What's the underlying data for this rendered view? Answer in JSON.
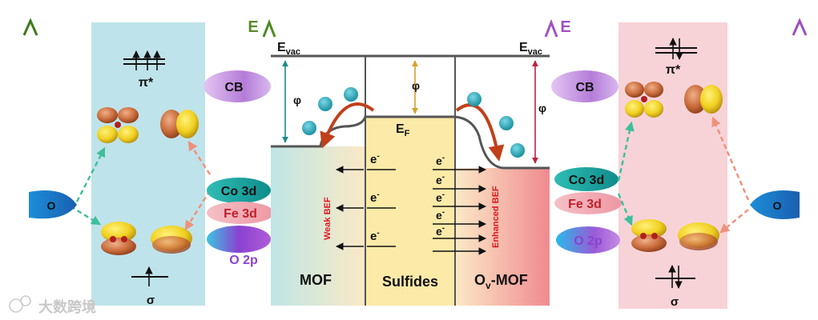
{
  "energy_axis_label": "E",
  "left_panel": {
    "orbital_upper": "π*",
    "orbital_lower": "σ",
    "oxygen_label": "O",
    "band_cb": "CB",
    "band_co3d": "Co 3d",
    "band_fe3d": "Fe 3d",
    "band_o2p": "O 2p"
  },
  "right_panel": {
    "orbital_upper": "π*",
    "orbital_lower": "σ",
    "oxygen_label": "O",
    "band_cb": "CB",
    "band_co3d": "Co 3d",
    "band_fe3d": "Fe 3d",
    "band_o2p": "O 2p"
  },
  "center": {
    "evac": "E",
    "evac_sub": "vac",
    "phi": "φ",
    "ef": "E",
    "ef_sub": "F",
    "electron": "e",
    "electron_sup": "-",
    "weak_bef": "Weak BEF",
    "enhanced_bef": "Enhanced BEF",
    "mof_label": "MOF",
    "sulfides_label": "Sulfides",
    "ovmof_main": "O",
    "ovmof_sub": "v",
    "ovmof_rest": "-MOF"
  },
  "watermark": "大数跨境",
  "colors": {
    "green_axis": "#4a7a1e",
    "purple_axis": "#9b4fc0",
    "left_panel_bg": "#bfe3ea",
    "right_panel_bg": "#f7d3d8",
    "red_text": "#e0161e",
    "co_band": "#1aa6a0",
    "fe_band": "#f0a6b0",
    "o2p_band": "#8a42d0",
    "cb_band": "#b77fd8"
  }
}
